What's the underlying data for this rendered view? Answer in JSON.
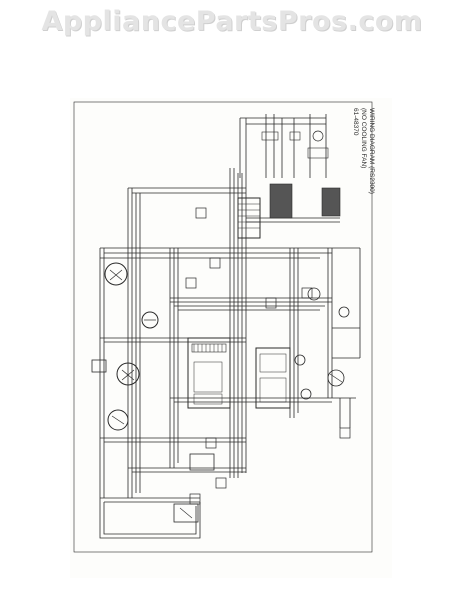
{
  "watermark": {
    "text": "AppliancePartsPros.com"
  },
  "diagram": {
    "title": "WIRING DIAGRAM (RS2300)",
    "subtitle": "(NO COOLING FAN)",
    "part_number": "61-48370"
  },
  "colors": {
    "ink": "#2a2a2a",
    "watermark": "#e4e4e4",
    "paper": "#fdfdfb"
  }
}
